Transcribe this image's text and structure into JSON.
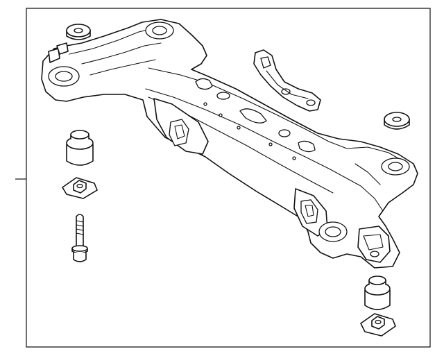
{
  "diagram": {
    "style": "line-art",
    "stroke_color": "#111111",
    "background_color": "#ffffff",
    "parts": [
      {
        "id": "subframe",
        "kind": "front-crossmember-subframe"
      },
      {
        "id": "upper-insulator-left",
        "kind": "mount-insulator"
      },
      {
        "id": "upper-insulator-right",
        "kind": "mount-insulator"
      },
      {
        "id": "stabilizer-bracket",
        "kind": "bracket"
      },
      {
        "id": "bushing-left",
        "kind": "mount-bushing"
      },
      {
        "id": "stopper-plate-left",
        "kind": "stopper-plate"
      },
      {
        "id": "mount-bolt",
        "kind": "bolt"
      },
      {
        "id": "bushing-right",
        "kind": "mount-bushing"
      },
      {
        "id": "stopper-plate-right",
        "kind": "stopper-plate"
      }
    ]
  }
}
